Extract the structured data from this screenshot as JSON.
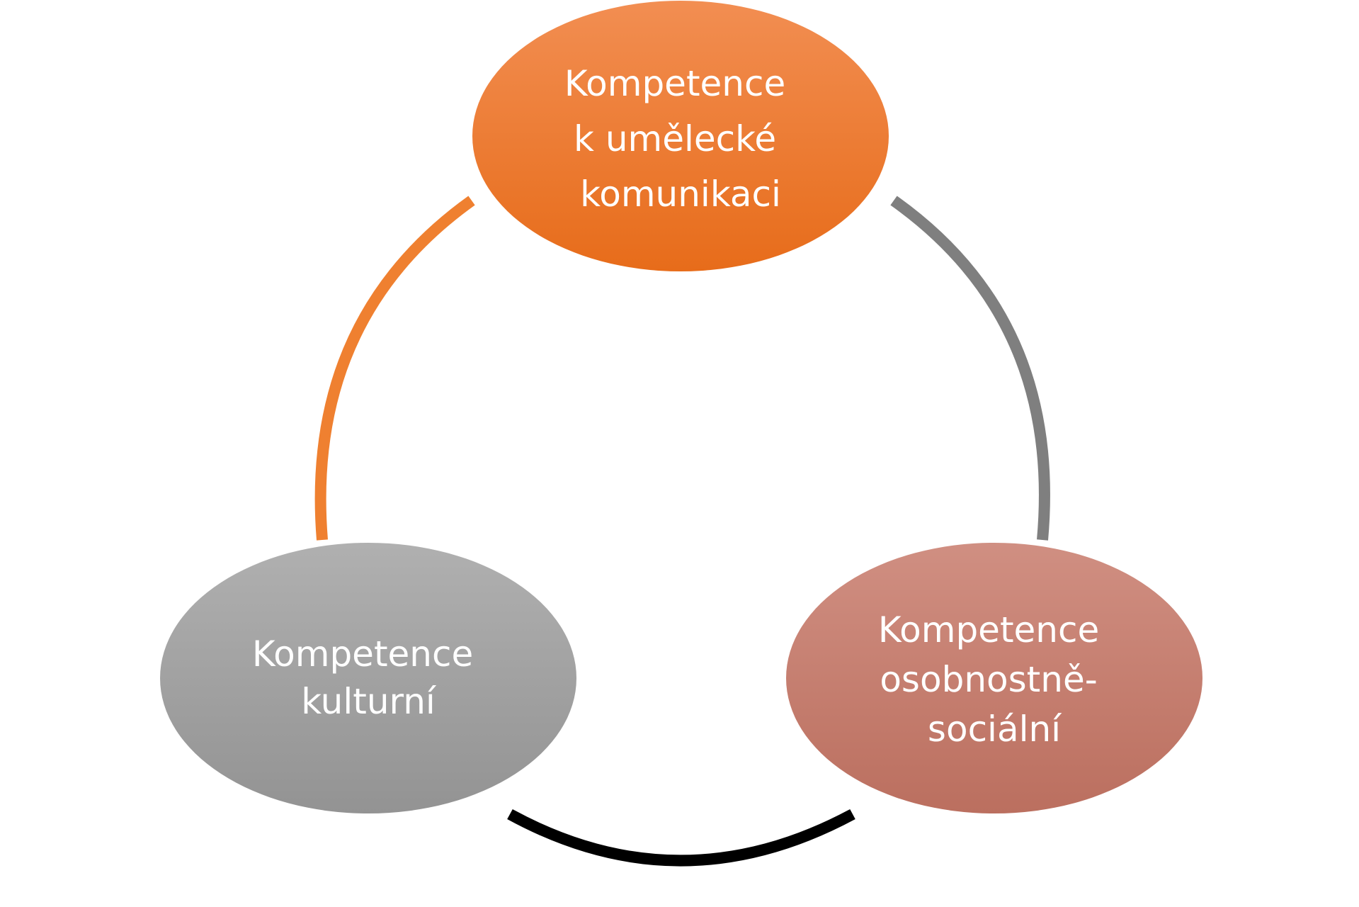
{
  "nodes": {
    "artistic": {
      "lines": [
        "Kompetence",
        "k umělecké",
        "komunikaci"
      ],
      "color_top": "#f28e52",
      "color_bottom": "#e76c1a"
    },
    "cultural": {
      "lines": [
        "Kompetence",
        "kulturní"
      ],
      "color_top": "#b0b0b0",
      "color_bottom": "#939393"
    },
    "personal_social": {
      "lines": [
        "Kompetence",
        "osobnostně-",
        "sociální"
      ],
      "color_top": "#d08f82",
      "color_bottom": "#bb6f5f"
    }
  },
  "connectors": {
    "artistic_cultural": {
      "color": "#ef8030"
    },
    "artistic_personal_social": {
      "color": "#7f7f7f"
    },
    "cultural_personal_social": {
      "color": "#000000"
    }
  }
}
